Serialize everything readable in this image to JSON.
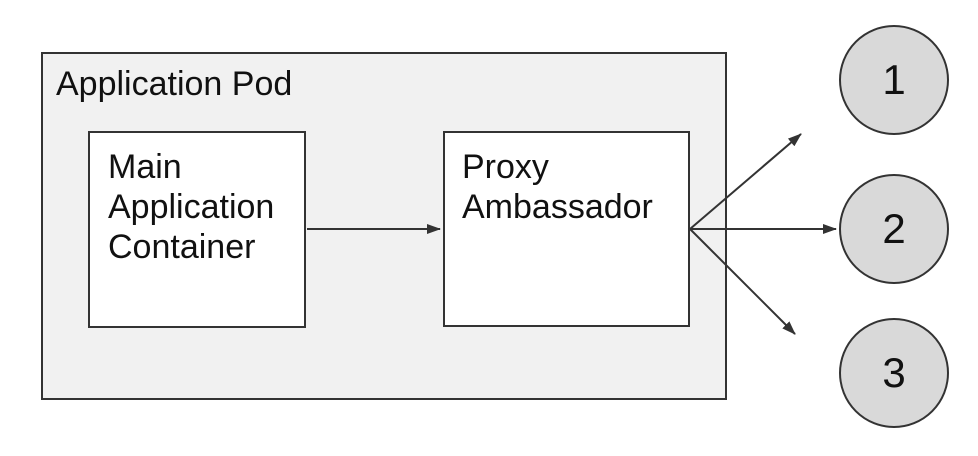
{
  "diagram": {
    "pod": {
      "label": "Application Pod"
    },
    "nodes": {
      "main_container": {
        "label": "Main Application Container",
        "lines": [
          "Main",
          "Application",
          "Container"
        ]
      },
      "proxy_ambassador": {
        "label": "Proxy Ambassador",
        "lines": [
          "Proxy",
          "Ambassador"
        ]
      }
    },
    "targets": [
      {
        "label": "1"
      },
      {
        "label": "2"
      },
      {
        "label": "3"
      }
    ],
    "edges": [
      {
        "from": "Main Application Container",
        "to": "Proxy Ambassador"
      },
      {
        "from": "Proxy Ambassador",
        "to": "1"
      },
      {
        "from": "Proxy Ambassador",
        "to": "2"
      },
      {
        "from": "Proxy Ambassador",
        "to": "3"
      }
    ],
    "colors": {
      "canvas_background": "#ffffff",
      "pod_fill": "#f1f1f1",
      "node_fill": "#ffffff",
      "circle_fill": "#d9d9d9",
      "stroke": "#333333",
      "text": "#111111"
    }
  }
}
